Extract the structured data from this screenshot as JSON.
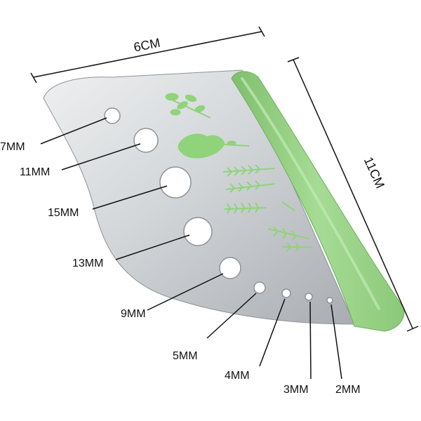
{
  "product": {
    "dimensions": {
      "width_label": "6CM",
      "length_label": "11CM"
    },
    "holes": [
      {
        "label": "7MM"
      },
      {
        "label": "11MM"
      },
      {
        "label": "15MM"
      },
      {
        "label": "13MM"
      },
      {
        "label": "9MM"
      },
      {
        "label": "5MM"
      },
      {
        "label": "4MM"
      },
      {
        "label": "3MM"
      },
      {
        "label": "2MM"
      }
    ],
    "colors": {
      "background": "#ffffff",
      "steel_light": "#e4e6e8",
      "steel_mid": "#c3c6c9",
      "steel_dark": "#9ea2a6",
      "handle_green": "#9fd68f",
      "handle_green_dark": "#7fbf6c",
      "herb_green": "#8fd37a",
      "line": "#111111"
    },
    "herb_icons": [
      "basil-sprig",
      "parsley",
      "rosemary",
      "thyme",
      "dill"
    ]
  }
}
